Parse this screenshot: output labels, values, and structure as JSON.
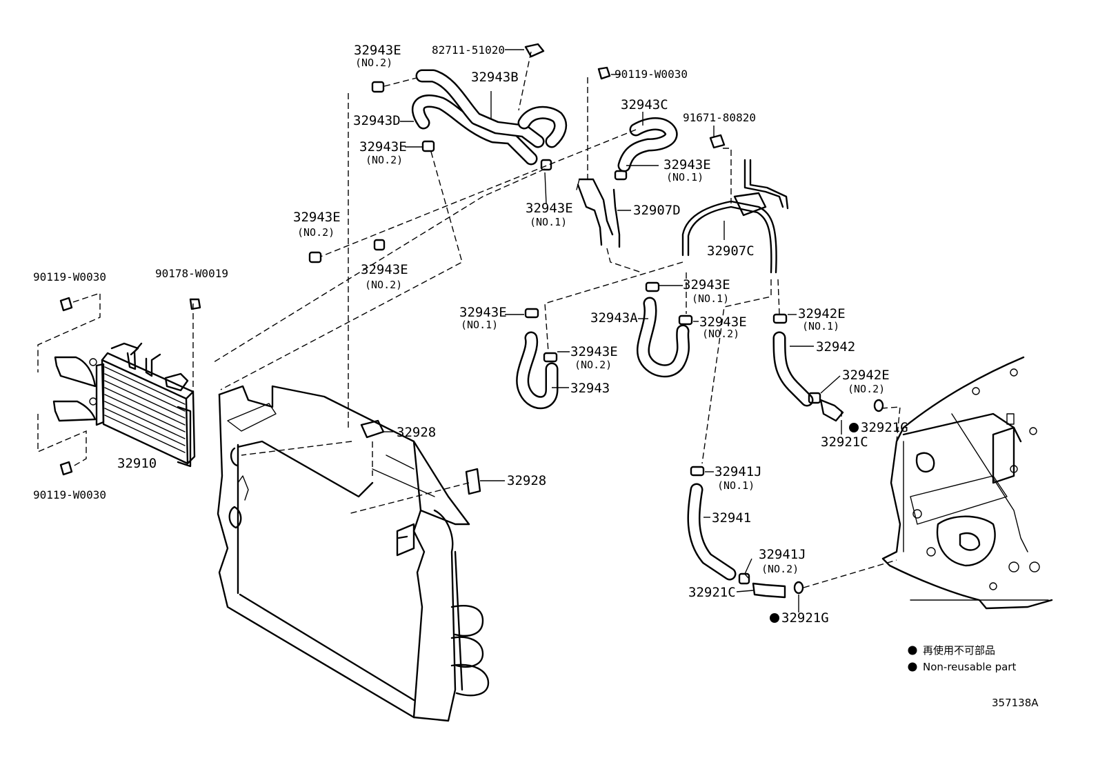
{
  "labels": {
    "l_32943E_a": "32943E",
    "l_no2_a": "(NO.2)",
    "l_82711": "82711-51020",
    "l_32943B": "32943B",
    "l_32943D": "32943D",
    "l_32943E_b": "32943E",
    "l_no2_b": "(NO.2)",
    "l_90119_top": "90119-W0030",
    "l_32943C": "32943C",
    "l_91671": "91671-80820",
    "l_32943E_c": "32943E",
    "l_no1_c": "(NO.1)",
    "l_32943E_d": "32943E",
    "l_no1_d": "(NO.1)",
    "l_32907D": "32907D",
    "l_32907C": "32907C",
    "l_32943E_e": "32943E",
    "l_no2_e": "(NO.2)",
    "l_32943E_f": "32943E",
    "l_no2_f": "(NO.2)",
    "l_90119_left": "90119-W0030",
    "l_90178": "90178-W0019",
    "l_32943E_g": "32943E",
    "l_no1_g": "(NO.1)",
    "l_32943A": "32943A",
    "l_32943E_h": "32943E",
    "l_no1_h": "(NO.1)",
    "l_32943E_i": "32943E",
    "l_no2_i": "(NO.2)",
    "l_32942E_a": "32942E",
    "l_no1_j": "(NO.1)",
    "l_32942": "32942",
    "l_32943E_k": "32943E",
    "l_no2_k": "(NO.2)",
    "l_32943": "32943",
    "l_32942E_b": "32942E",
    "l_no2_l": "(NO.2)",
    "l_32921G_a": "32921G",
    "l_32921C_a": "32921C",
    "l_32928_a": "32928",
    "l_32910": "32910",
    "l_32928_b": "32928",
    "l_90119_bottom": "90119-W0030",
    "l_32941J_a": "32941J",
    "l_no1_m": "(NO.1)",
    "l_32941": "32941",
    "l_32941J_b": "32941J",
    "l_no2_n": "(NO.2)",
    "l_32921C_b": "32921C",
    "l_32921G_b": "32921G"
  },
  "legend": {
    "japanese": "再使用不可部品",
    "english": "Non-reusable part"
  },
  "figure_number": "357138A"
}
